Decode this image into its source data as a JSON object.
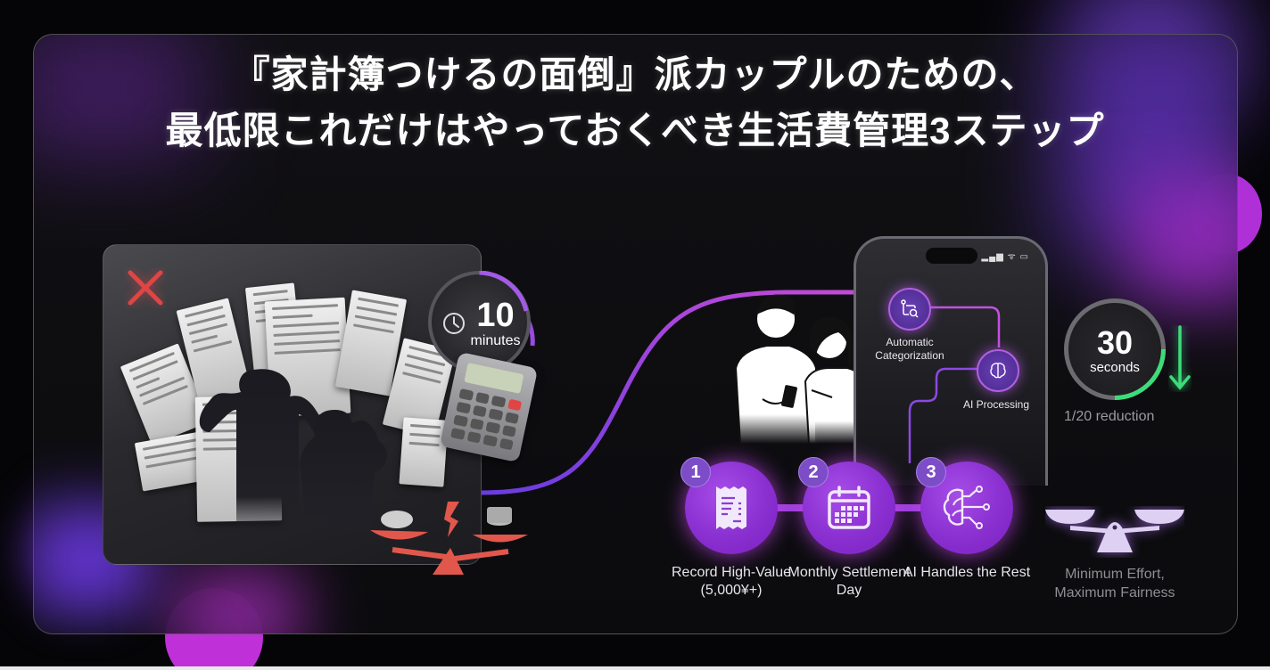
{
  "header": {
    "title_line1": "『家計簿つけるの面倒』派カップルのための、",
    "title_line2": "最低限これだけはやっておくべき生活費管理3ステップ"
  },
  "before": {
    "status_icon": "x-icon",
    "timer_value": "10",
    "timer_unit": "minutes",
    "icons": [
      "receipts-pile",
      "stressed-couple-silhouette",
      "clock-icon",
      "calculator-icon",
      "broken-scale-icon"
    ]
  },
  "after": {
    "couple_icon": "couple-with-phone",
    "phone": {
      "status_icons": "▂▄▆ ᯤ ▭",
      "nodes": [
        {
          "label": "Automatic Categorization",
          "icon": "categorize-search-icon"
        },
        {
          "label": "AI Processing",
          "icon": "brain-icon"
        }
      ]
    },
    "timer_value": "30",
    "timer_unit": "seconds",
    "reduction": "1/20 reduction",
    "reduction_icon": "down-arrow-icon"
  },
  "steps": [
    {
      "num": "1",
      "label": "Record High-Value (5,000¥+)",
      "icon": "receipt-icon"
    },
    {
      "num": "2",
      "label": "Monthly Settlement Day",
      "icon": "calendar-icon"
    },
    {
      "num": "3",
      "label": "AI Handles the Rest",
      "icon": "ai-brain-icon"
    }
  ],
  "fairness": {
    "icon": "balance-scale-icon",
    "label": "Minimum Effort, Maximum Fairness"
  },
  "colors": {
    "accent_purple": "#9a40d8",
    "accent_magenta": "#c030d8",
    "success_green": "#3ddc7a",
    "warning_red": "#e04545",
    "background": "#050507"
  }
}
